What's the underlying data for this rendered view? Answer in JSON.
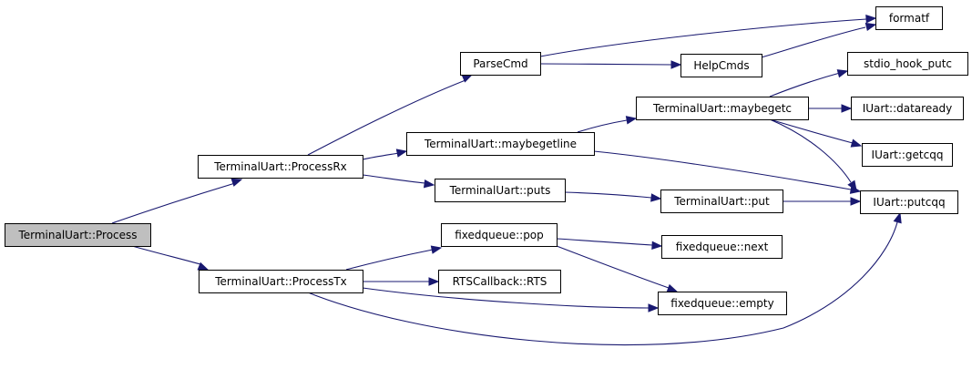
{
  "graph": {
    "edge_color": "#191970",
    "root_fill": "#bfbfbf",
    "nodes": [
      {
        "id": "process",
        "label": "TerminalUart::Process"
      },
      {
        "id": "processrx",
        "label": "TerminalUart::ProcessRx"
      },
      {
        "id": "processtx",
        "label": "TerminalUart::ProcessTx"
      },
      {
        "id": "parsecmd",
        "label": "ParseCmd"
      },
      {
        "id": "maybegetline",
        "label": "TerminalUart::maybegetline"
      },
      {
        "id": "puts",
        "label": "TerminalUart::puts"
      },
      {
        "id": "pop",
        "label": "fixedqueue::pop"
      },
      {
        "id": "rts",
        "label": "RTSCallback::RTS"
      },
      {
        "id": "helpcmds",
        "label": "HelpCmds"
      },
      {
        "id": "maybegetc",
        "label": "TerminalUart::maybegetc"
      },
      {
        "id": "put",
        "label": "TerminalUart::put"
      },
      {
        "id": "next",
        "label": "fixedqueue::next"
      },
      {
        "id": "empty",
        "label": "fixedqueue::empty"
      },
      {
        "id": "formatf",
        "label": "formatf"
      },
      {
        "id": "stdio",
        "label": "stdio_hook_putc"
      },
      {
        "id": "dataready",
        "label": "IUart::dataready"
      },
      {
        "id": "getcqq",
        "label": "IUart::getcqq"
      },
      {
        "id": "putcqq",
        "label": "IUart::putcqq"
      }
    ],
    "edges": [
      {
        "from": "process",
        "to": "processrx"
      },
      {
        "from": "process",
        "to": "processtx"
      },
      {
        "from": "processrx",
        "to": "parsecmd"
      },
      {
        "from": "processrx",
        "to": "maybegetline"
      },
      {
        "from": "processrx",
        "to": "puts"
      },
      {
        "from": "parsecmd",
        "to": "formatf"
      },
      {
        "from": "parsecmd",
        "to": "helpcmds"
      },
      {
        "from": "helpcmds",
        "to": "formatf"
      },
      {
        "from": "maybegetline",
        "to": "maybegetc"
      },
      {
        "from": "maybegetline",
        "to": "putcqq"
      },
      {
        "from": "maybegetc",
        "to": "stdio"
      },
      {
        "from": "maybegetc",
        "to": "dataready"
      },
      {
        "from": "maybegetc",
        "to": "getcqq"
      },
      {
        "from": "maybegetc",
        "to": "putcqq"
      },
      {
        "from": "puts",
        "to": "put"
      },
      {
        "from": "put",
        "to": "putcqq"
      },
      {
        "from": "processtx",
        "to": "pop"
      },
      {
        "from": "processtx",
        "to": "rts"
      },
      {
        "from": "processtx",
        "to": "empty"
      },
      {
        "from": "processtx",
        "to": "putcqq"
      },
      {
        "from": "pop",
        "to": "next"
      },
      {
        "from": "pop",
        "to": "empty"
      }
    ]
  }
}
